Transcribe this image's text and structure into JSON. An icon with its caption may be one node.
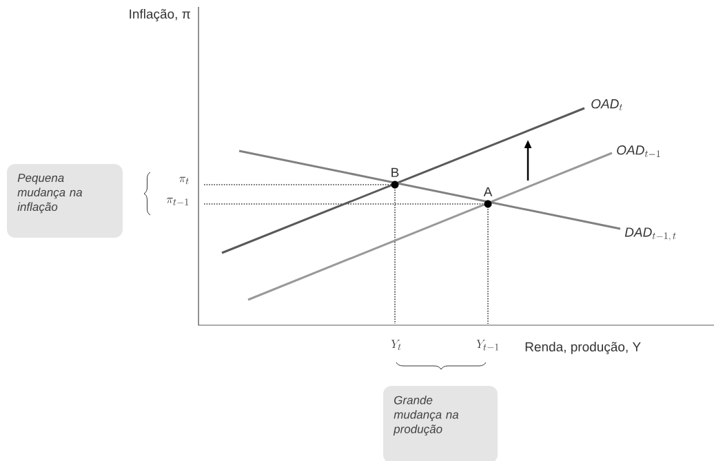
{
  "diagram": {
    "nodes": [
      {
        "text": [
          "Pequena mudança na inflação"
        ]
      },
      {
        "text": [
          "Grande mudança na produção"
        ]
      }
    ],
    "labels": [
      "Inflação, π",
      "\\mathit{OAD}_{t}",
      "\\mathit{OAD}_{t-1}",
      "B",
      "\\pi_{t}",
      "A",
      "\\pi_{t-1}",
      "\\mathit{DAD}_{t-1,\\,t}",
      "Y_{t}",
      "Y_{t-1}",
      "Renda, produção, Y"
    ]
  }
}
